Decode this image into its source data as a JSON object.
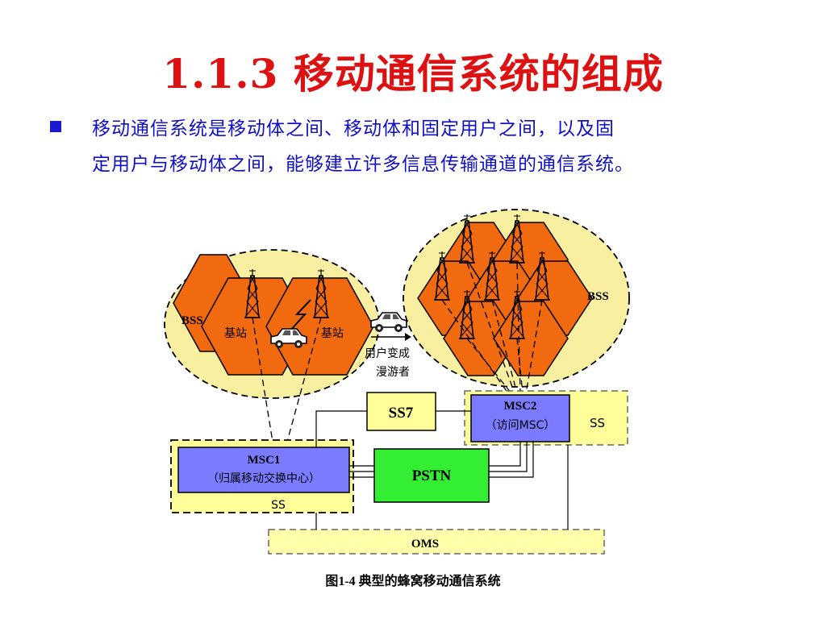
{
  "slide": {
    "title": "1.1.3 移动通信系统的组成",
    "bullet_line1": "移动通信系统是移动体之间、移动体和固定用户之间，以及固",
    "bullet_line2": "定用户与移动体之间，能够建立许多信息传输通道的通信系统。"
  },
  "diagram": {
    "bss_left": "BSS",
    "bss_right": "BSS",
    "base_station_left": "基站",
    "base_station_right": "基站",
    "roaming_line1": "用户变成",
    "roaming_line2": "漫游者",
    "ss7": "SS7",
    "msc2_line1": "MSC2",
    "msc2_line2": "（访问MSC）",
    "ss_right": "SS",
    "msc1_line1": "MSC1",
    "msc1_line2": "（归属移动交换中心）",
    "ss_left": "SS",
    "pstn": "PSTN",
    "oms": "OMS",
    "caption": "图1-4 典型的蜂窝移动通信系统"
  },
  "colors": {
    "title": "#dd1111",
    "body_text": "#1010c8",
    "cell_fill": "#f26a10",
    "bss_fill": "#f8f0a0",
    "msc_fill": "#7b7bff",
    "pstn_fill": "#33ee33",
    "panel_fill": "#ffff99"
  },
  "icons": [
    "tower-icon",
    "car-icon",
    "lightning-icon",
    "bullet-square-icon"
  ]
}
